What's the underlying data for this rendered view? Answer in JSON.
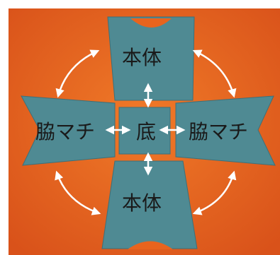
{
  "labels": {
    "top": "本体",
    "bottom": "本体",
    "left": "脇マチ",
    "center": "底",
    "right": "脇マチ"
  },
  "colors": {
    "background": "#e8641e",
    "fabric": "#4f8a93",
    "fabric_stroke": "#3f6f77",
    "arrow": "#ffffff",
    "text": "#1a1a1a"
  }
}
